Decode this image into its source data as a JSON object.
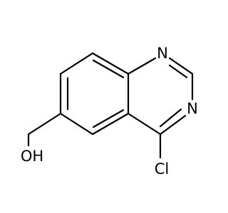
{
  "molecule": {
    "atoms": {
      "n1": "N",
      "n3": "N",
      "cl": "Cl",
      "oh": "OH"
    }
  }
}
